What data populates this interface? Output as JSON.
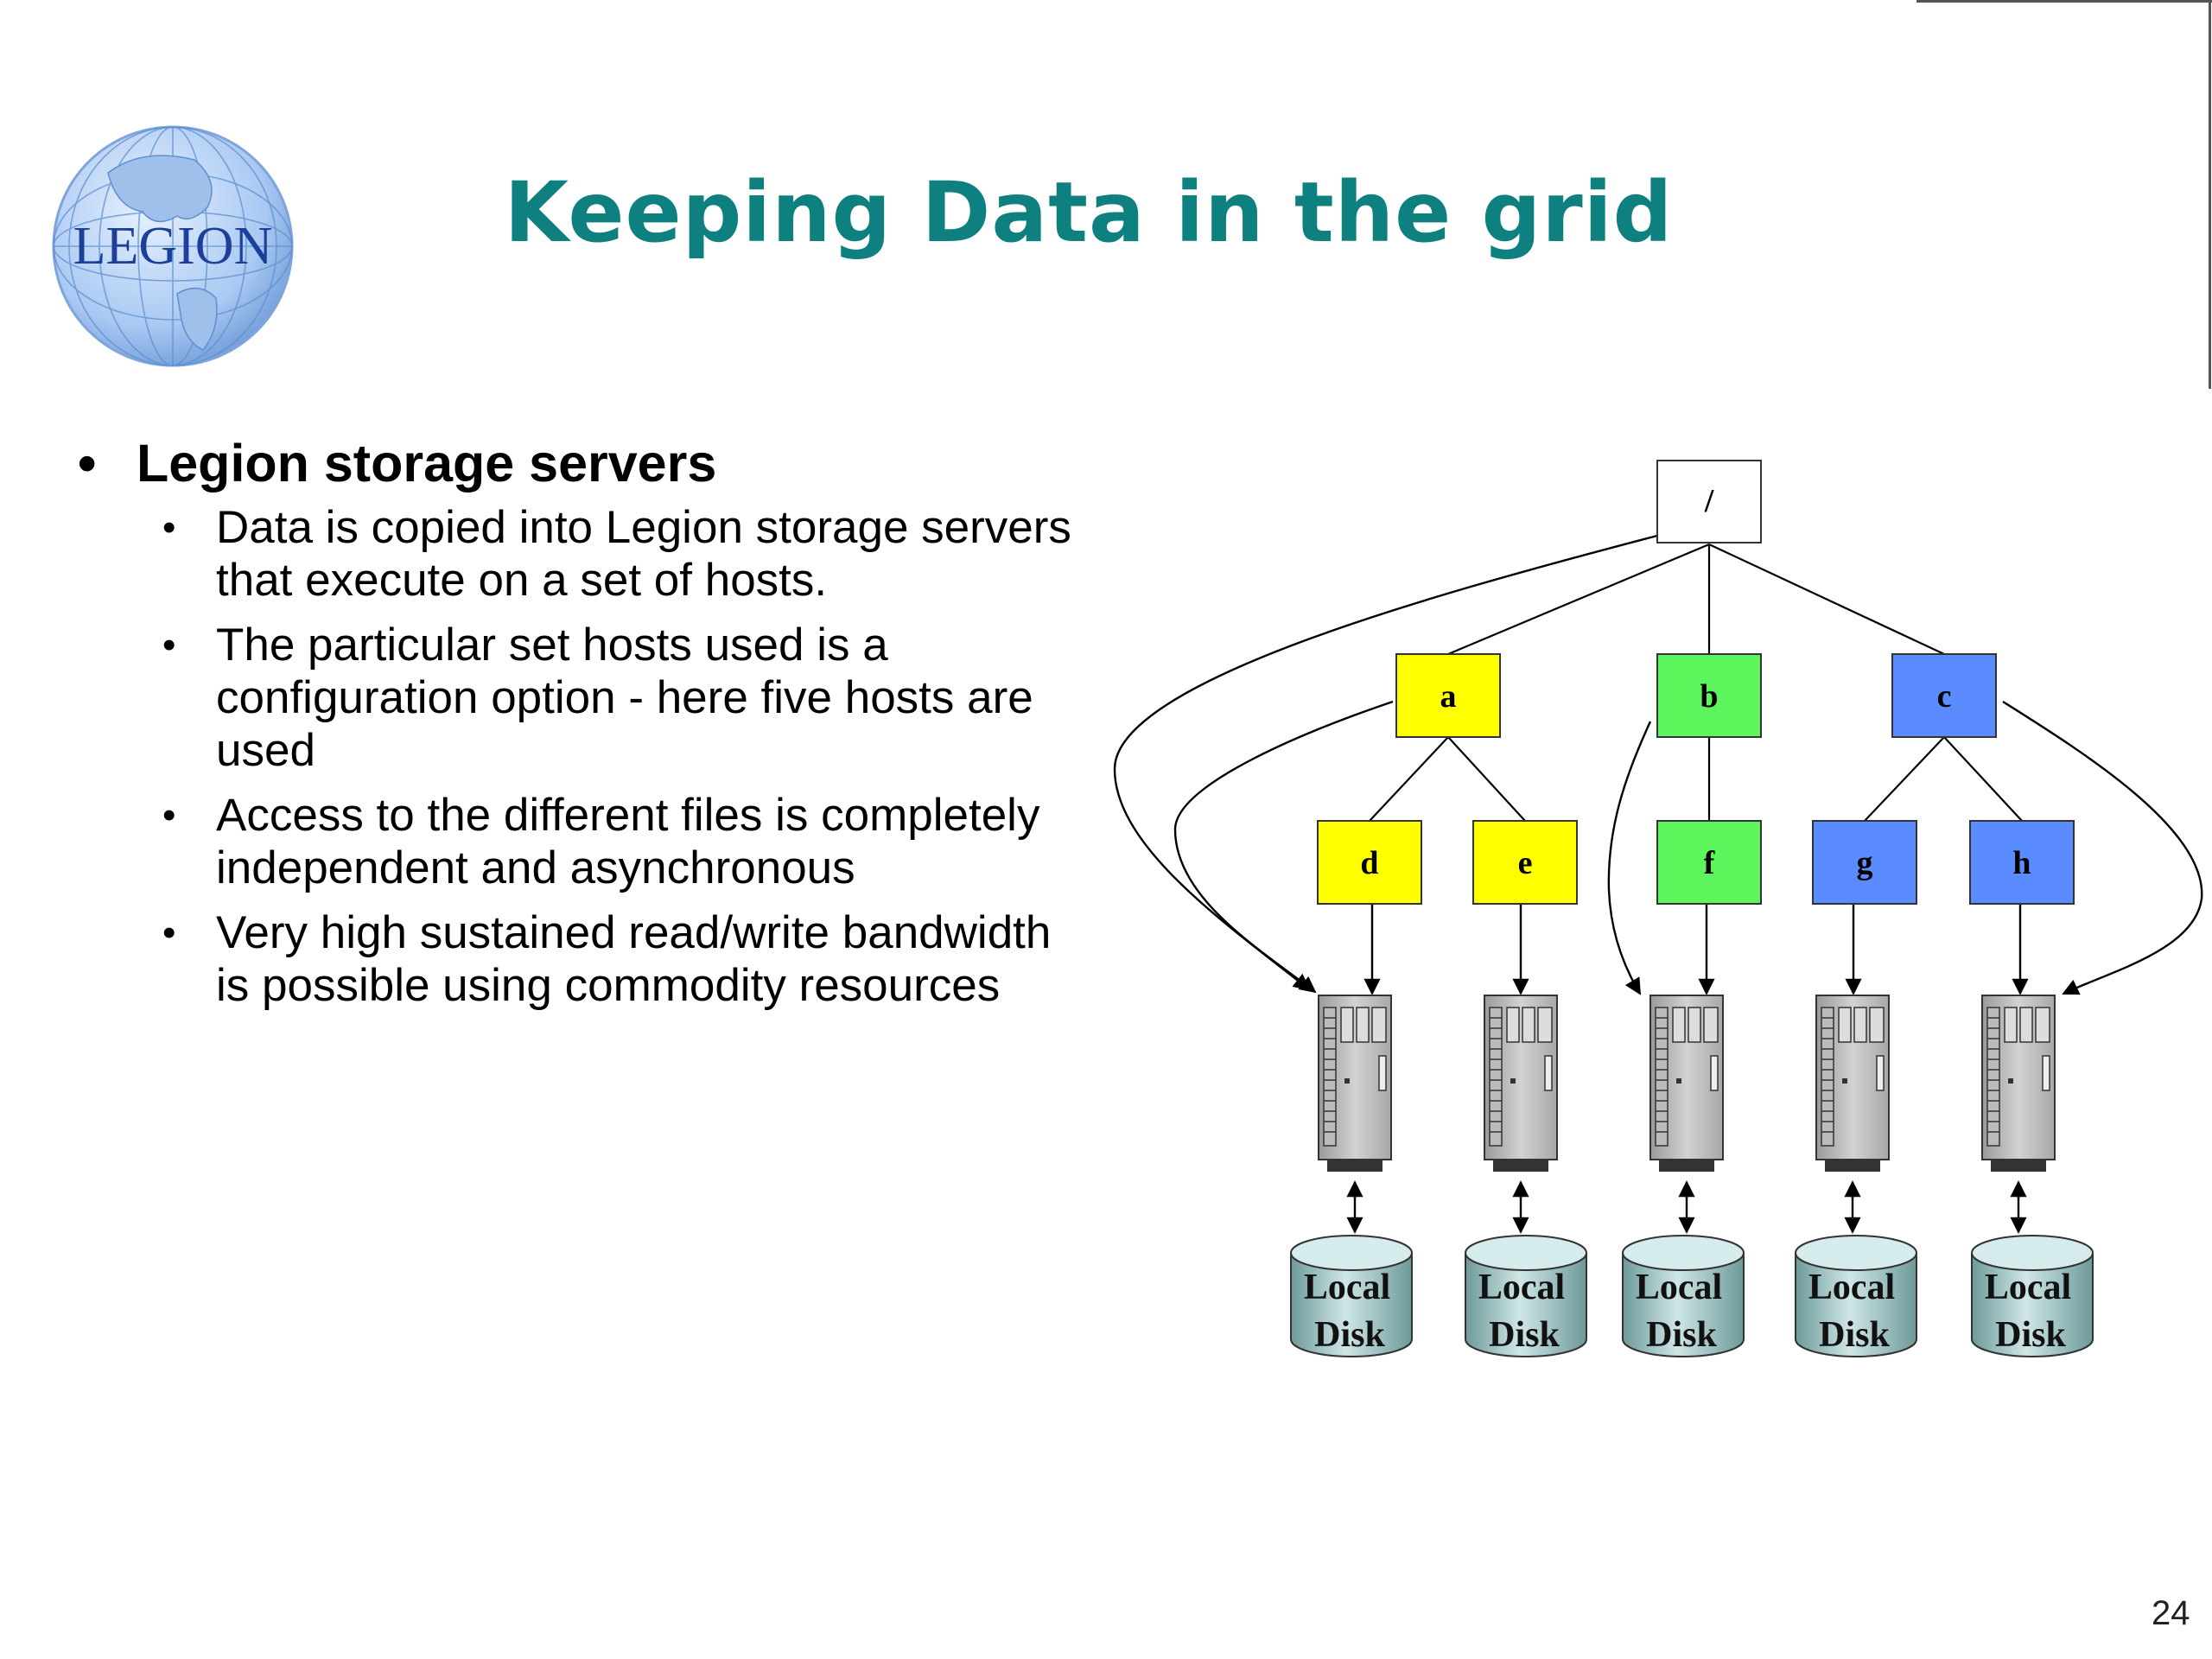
{
  "logo": {
    "text": "LEGION"
  },
  "title": "Keeping Data in the grid",
  "bullets": {
    "main": "Legion storage servers",
    "sub": [
      [
        "Data is copied into Legion storage servers",
        "that execute on a set of hosts."
      ],
      [
        "The particular set hosts used is a",
        "configuration option - here five hosts are",
        "used"
      ],
      [
        "Access to the different files is completely",
        "independent and asynchronous"
      ],
      [
        "Very high sustained read/write bandwidth",
        "is possible using commodity resources"
      ]
    ]
  },
  "diagram": {
    "root": "/",
    "nodes": {
      "a": "a",
      "b": "b",
      "c": "c",
      "d": "d",
      "e": "e",
      "f": "f",
      "g": "g",
      "h": "h"
    },
    "node_colors": {
      "yellow": "#ffff00",
      "green": "#5cf55c",
      "blue": "#5b8cff"
    },
    "disk_label_line1": "Local",
    "disk_label_line2": "Disk",
    "disk_count": 5
  },
  "page_number": "24"
}
